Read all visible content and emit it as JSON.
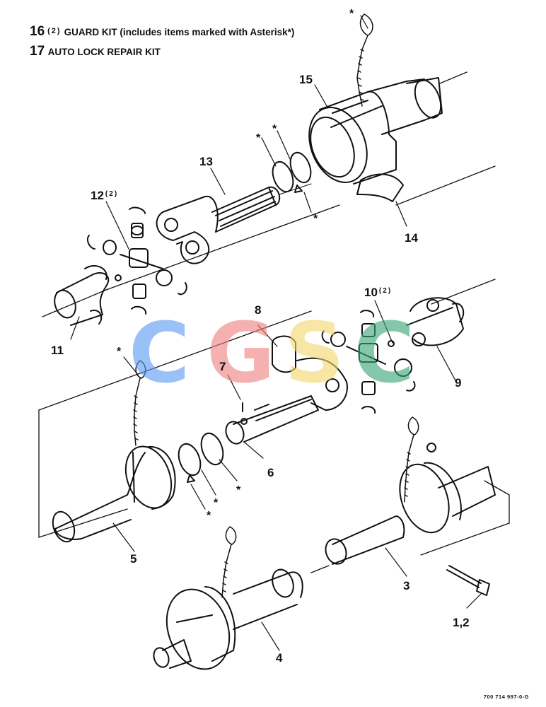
{
  "header": {
    "line1": {
      "number": "16",
      "qty": "(2)",
      "text": "GUARD KIT (includes items marked with Asterisk*)"
    },
    "line2": {
      "number": "17",
      "text": "AUTO LOCK REPAIR KIT"
    }
  },
  "callouts": {
    "c15": "15",
    "c13": "13",
    "c14": "14",
    "c12": "12",
    "c12_qty": "(2)",
    "c11": "11",
    "c10": "10",
    "c10_qty": "(2)",
    "c9": "9",
    "c8": "8",
    "c7": "7",
    "c6": "6",
    "c5": "5",
    "c3": "3",
    "c4": "4",
    "c12b": "1,2"
  },
  "asterisk": "*",
  "doc_number": "700 714 997-0-G",
  "watermark": {
    "letters": [
      "C",
      "G",
      "S",
      "C"
    ],
    "colors": [
      "#5b9cf5",
      "#f08080",
      "#f5d76e",
      "#3aa577"
    ]
  }
}
